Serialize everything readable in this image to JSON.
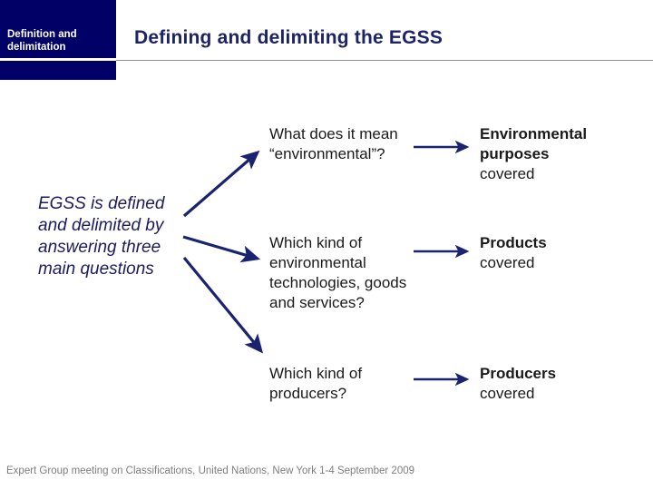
{
  "slide": {
    "sidebar_label": "Definition and delimitation",
    "title": "Defining and delimiting the EGSS",
    "intro": "EGSS is defined and delimited by answering three main questions",
    "rows": [
      {
        "question": "What does it mean “environmental”?",
        "answer_bold": "Environmental purposes",
        "answer_rest": "covered"
      },
      {
        "question": "Which kind of environmental technologies, goods and services?",
        "answer_bold": "Products",
        "answer_rest": "covered"
      },
      {
        "question": "Which kind of producers?",
        "answer_bold": "Producers",
        "answer_rest": "covered"
      }
    ],
    "footer": "Expert Group meeting on Classifications, United Nations, New York 1-4 September 2009"
  },
  "colors": {
    "navy_box": "#000066",
    "title_text": "#1c2366",
    "arrow": "#1a2370",
    "body_text": "#1a1a1a",
    "footer_text": "#7e7e7e",
    "divider": "#8f8f8f"
  }
}
